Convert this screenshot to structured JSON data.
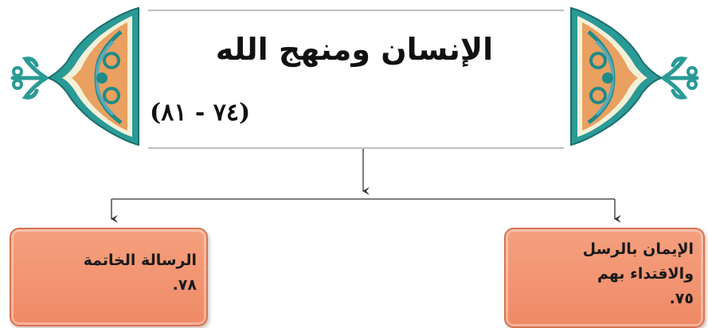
{
  "title": "الإنسان ومنهج الله",
  "verse_range": "(٧٤ - ٨١)",
  "branches": {
    "right": {
      "line1": "الإيمان بالرسل",
      "line2": "والاقتداء بهم",
      "line3": "٧٥."
    },
    "left": {
      "line1": "الرسالة الخاتمة",
      "line2": "٧٨."
    }
  },
  "colors": {
    "box_fill": "#ef8a66",
    "ornament_teal": "#1f8a88",
    "ornament_orange": "#e9a060",
    "line": "#333333"
  },
  "icons": [
    "ornament-left-icon",
    "ornament-right-icon",
    "arrow-down-icon"
  ]
}
